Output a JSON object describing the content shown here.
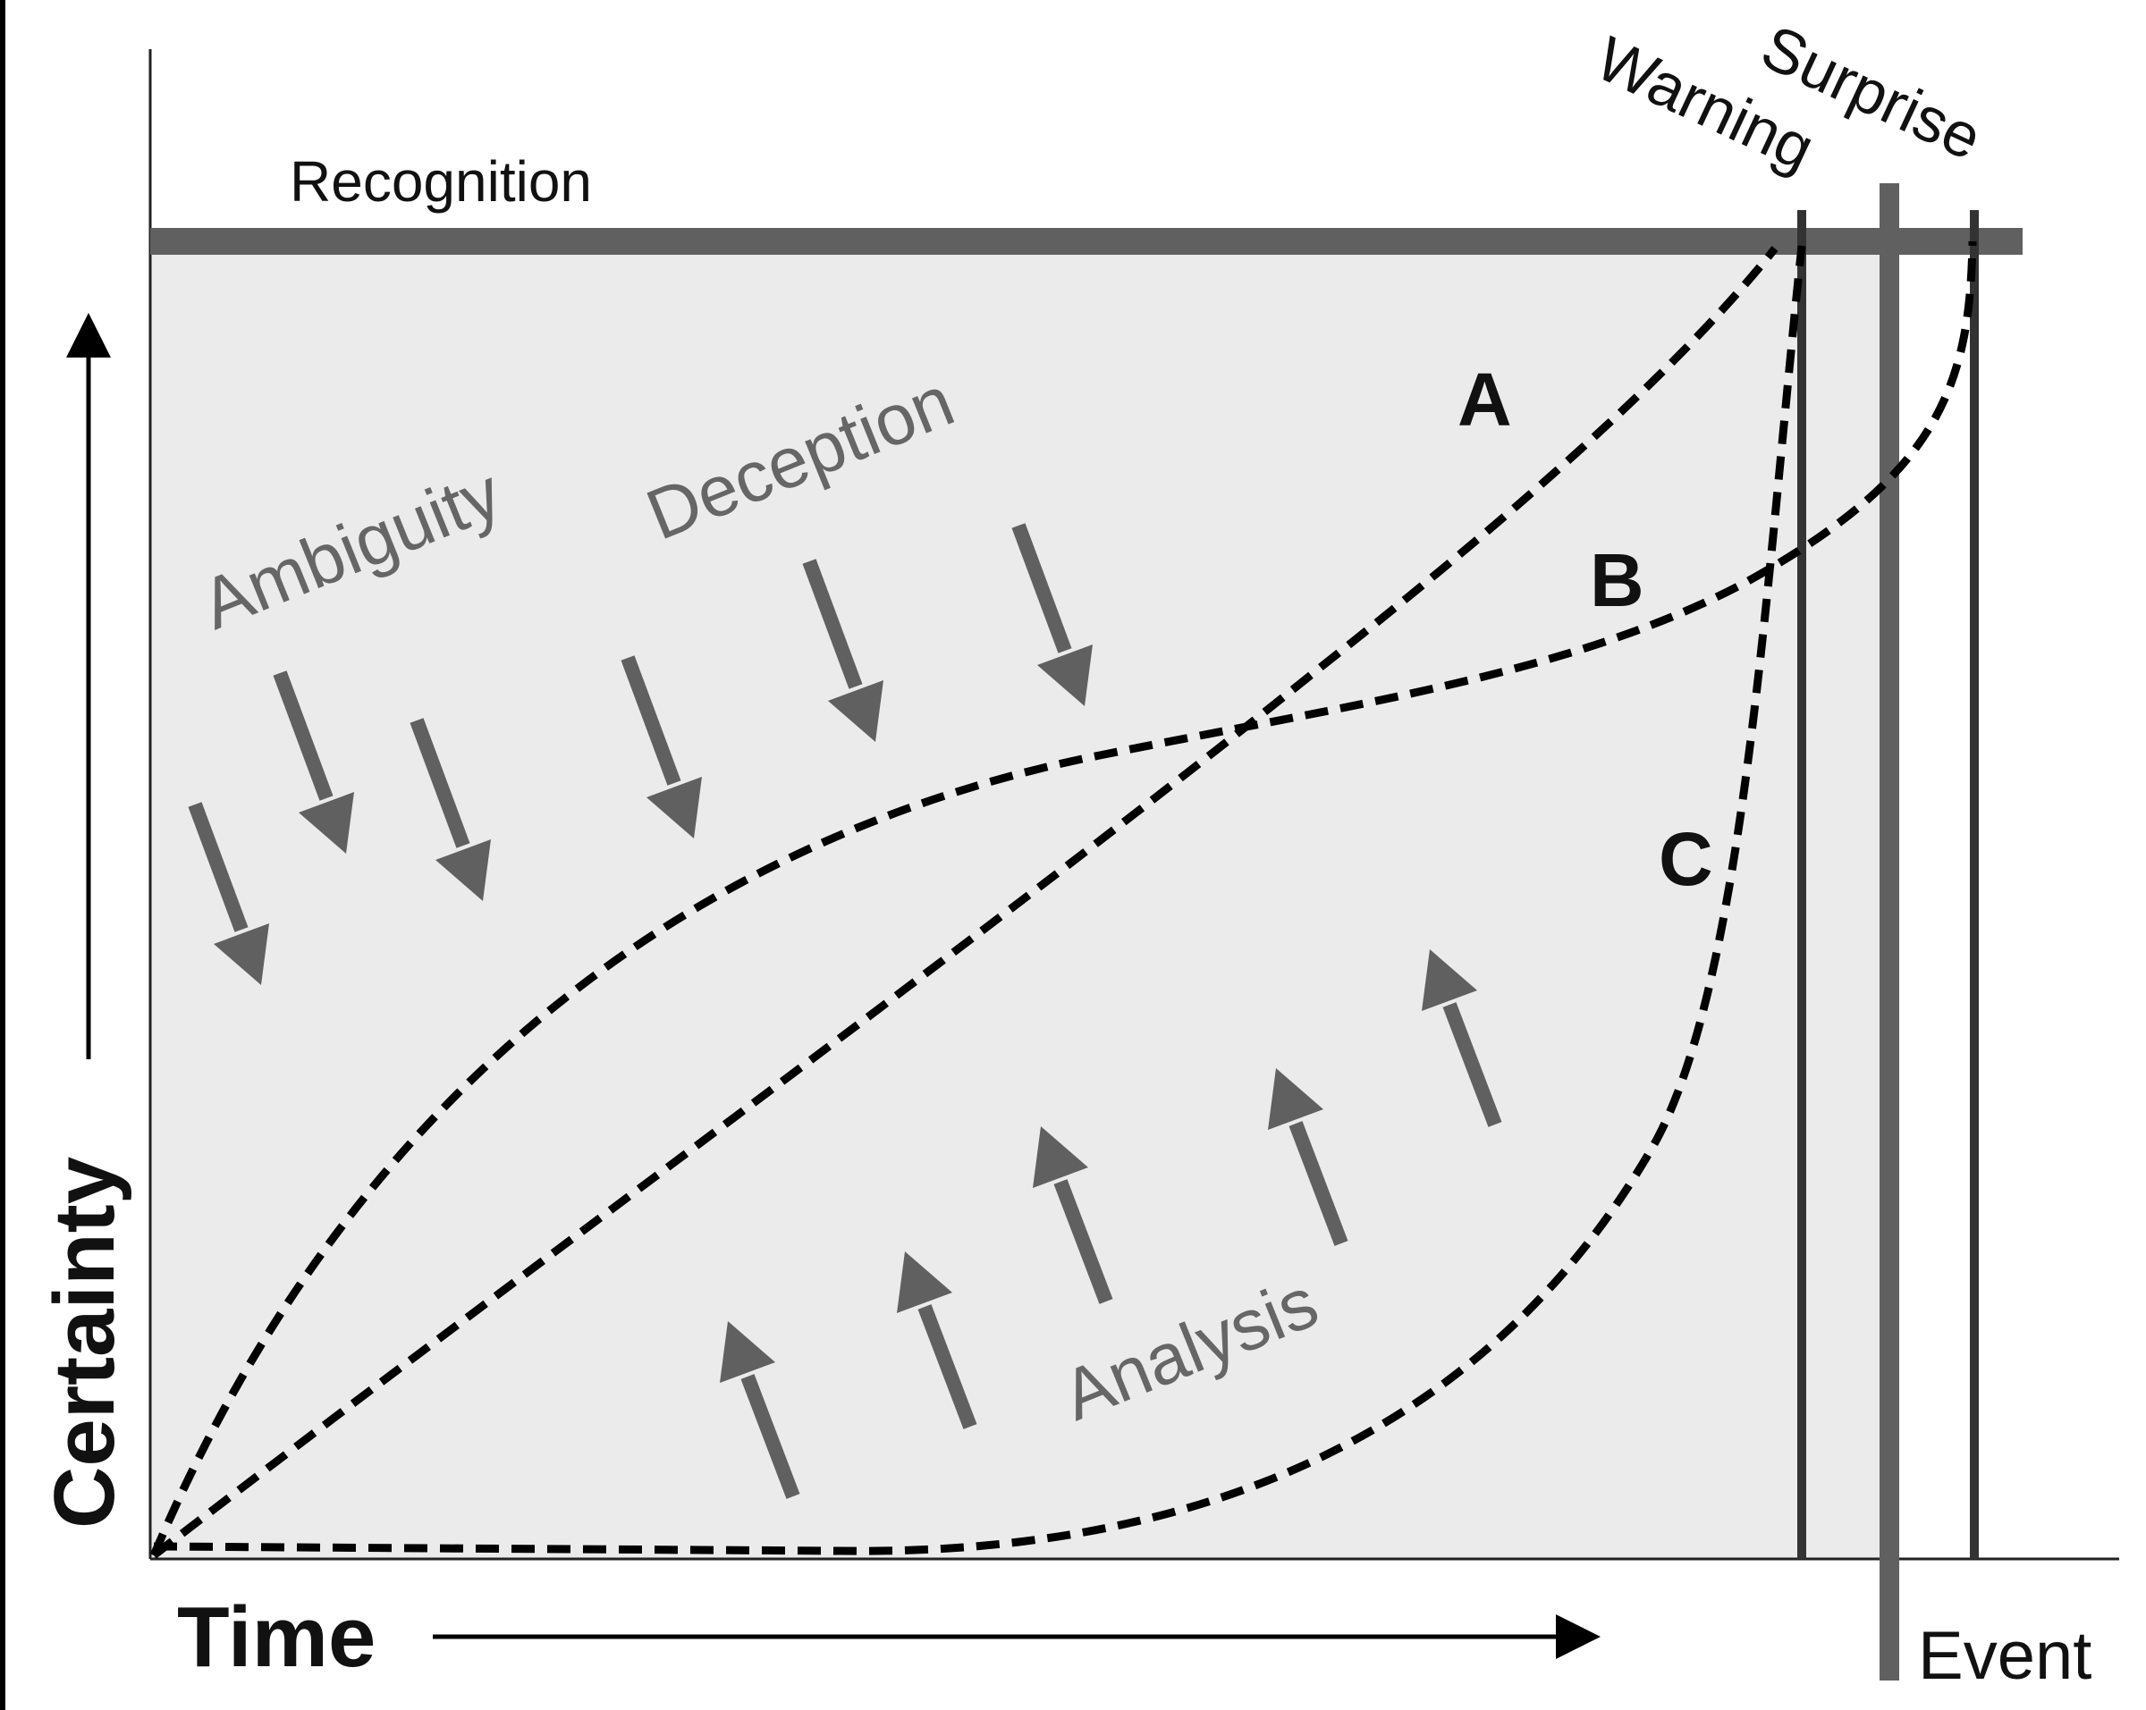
{
  "labels": {
    "recognition": "Recognition",
    "warning": "Warning",
    "surprise": "Surprise",
    "ambiguity": "Ambiguity",
    "deception": "Deception",
    "analysis": "Analysis",
    "certainty": "Certainty",
    "time": "Time",
    "event": "Event",
    "curve_a": "A",
    "curve_b": "B",
    "curve_c": "C"
  },
  "colors": {
    "region_fill": "#ebebeb",
    "bar": "#606060",
    "arrow": "#606060",
    "line": "#333333",
    "curve": "#000000"
  },
  "curves": [
    {
      "label": "A",
      "style": "dashed"
    },
    {
      "label": "B",
      "style": "dashed"
    },
    {
      "label": "C",
      "style": "dashed"
    }
  ]
}
